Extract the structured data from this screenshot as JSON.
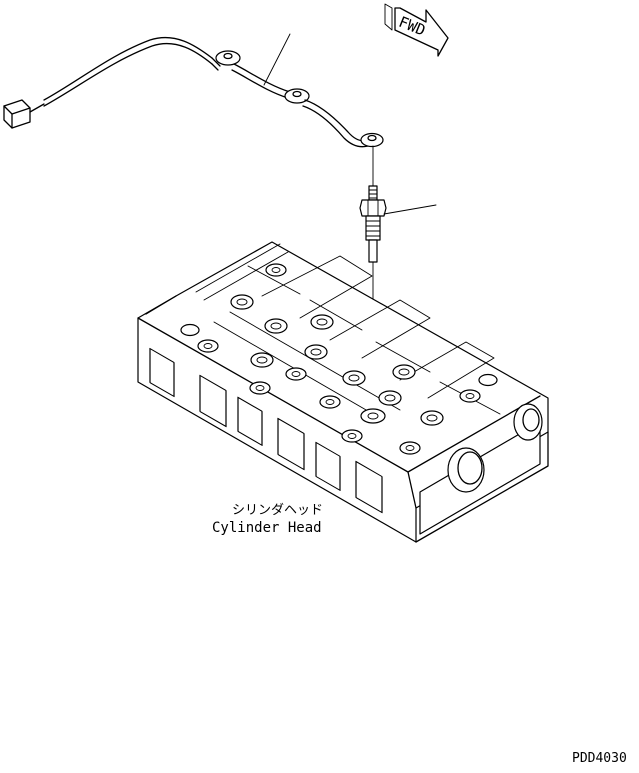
{
  "labels": {
    "fwd": "FWD",
    "part_jp": "シリンダヘッド",
    "part_en": "Cylinder Head",
    "drawing_code": "PDD4030"
  }
}
